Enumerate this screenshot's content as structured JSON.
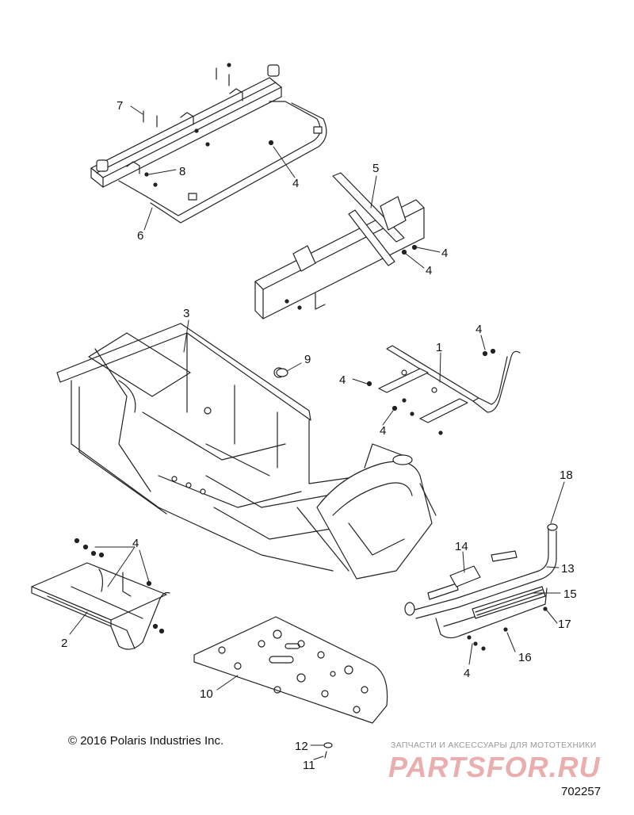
{
  "copyright": "© 2016 Polaris Industries Inc.",
  "doc_number": "702257",
  "watermark": {
    "tagline": "ЗАПЧАСТИ И АКСЕССУАРЫ ДЛЯ МОТОТЕХНИКИ",
    "logo_text": "PARTSFOR.RU",
    "logo_color": "#e8a0a0"
  },
  "callouts": [
    {
      "id": "c7a",
      "label": "7"
    },
    {
      "id": "c8",
      "label": "8"
    },
    {
      "id": "c4a",
      "label": "4"
    },
    {
      "id": "c6",
      "label": "6"
    },
    {
      "id": "c5",
      "label": "5"
    },
    {
      "id": "c4b",
      "label": "4"
    },
    {
      "id": "c4c",
      "label": "4"
    },
    {
      "id": "c3",
      "label": "3"
    },
    {
      "id": "c9",
      "label": "9"
    },
    {
      "id": "c1",
      "label": "1"
    },
    {
      "id": "c4d",
      "label": "4"
    },
    {
      "id": "c4e",
      "label": "4"
    },
    {
      "id": "c4f",
      "label": "4"
    },
    {
      "id": "c18",
      "label": "18"
    },
    {
      "id": "c4g",
      "label": "4"
    },
    {
      "id": "c14",
      "label": "14"
    },
    {
      "id": "c13",
      "label": "13"
    },
    {
      "id": "c15",
      "label": "15"
    },
    {
      "id": "c17",
      "label": "17"
    },
    {
      "id": "c2",
      "label": "2"
    },
    {
      "id": "c16",
      "label": "16"
    },
    {
      "id": "c4h",
      "label": "4"
    },
    {
      "id": "c10",
      "label": "10"
    },
    {
      "id": "c12",
      "label": "12"
    },
    {
      "id": "c11",
      "label": "11"
    }
  ]
}
